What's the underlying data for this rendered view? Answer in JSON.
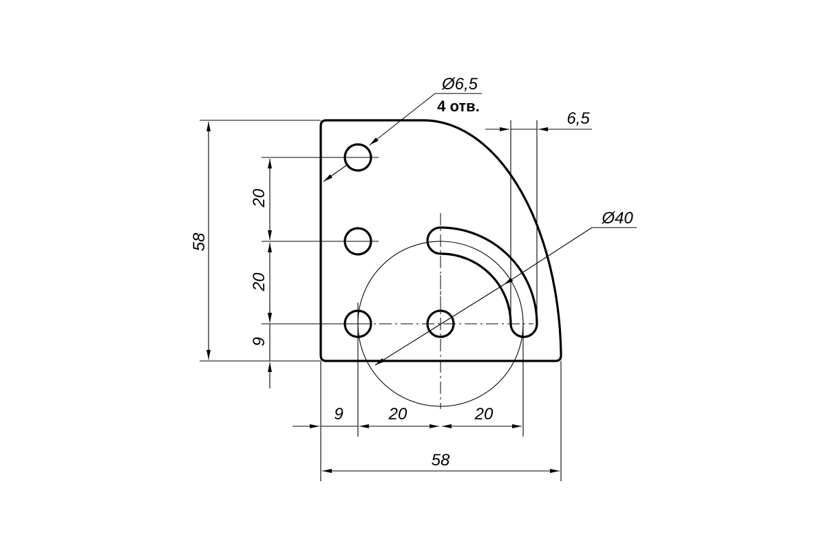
{
  "drawing": {
    "hole_callout": {
      "diameter": "Ø6,5",
      "count": "4 отв."
    },
    "arc_diameter": "Ø40",
    "slot_offset": "6,5",
    "vertical_dims": {
      "overall": "58",
      "upper": "20",
      "middle": "20",
      "lower": "9"
    },
    "horizontal_dims": {
      "left": "9",
      "middle": "20",
      "right": "20",
      "overall": "58"
    }
  }
}
